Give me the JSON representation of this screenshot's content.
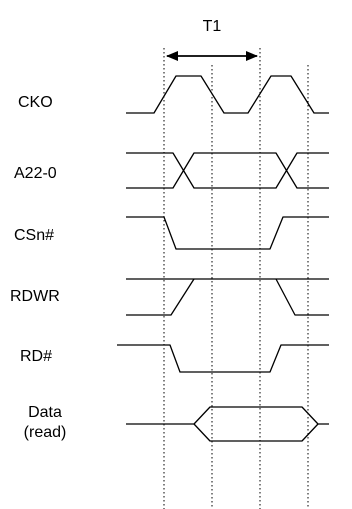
{
  "title": "T1",
  "signals": [
    {
      "label": "CKO"
    },
    {
      "label": "A22-0"
    },
    {
      "label": "CSn#"
    },
    {
      "label": "RDWR"
    },
    {
      "label": "RD#"
    },
    {
      "label": "Data",
      "label_line2": "(read)"
    }
  ]
}
